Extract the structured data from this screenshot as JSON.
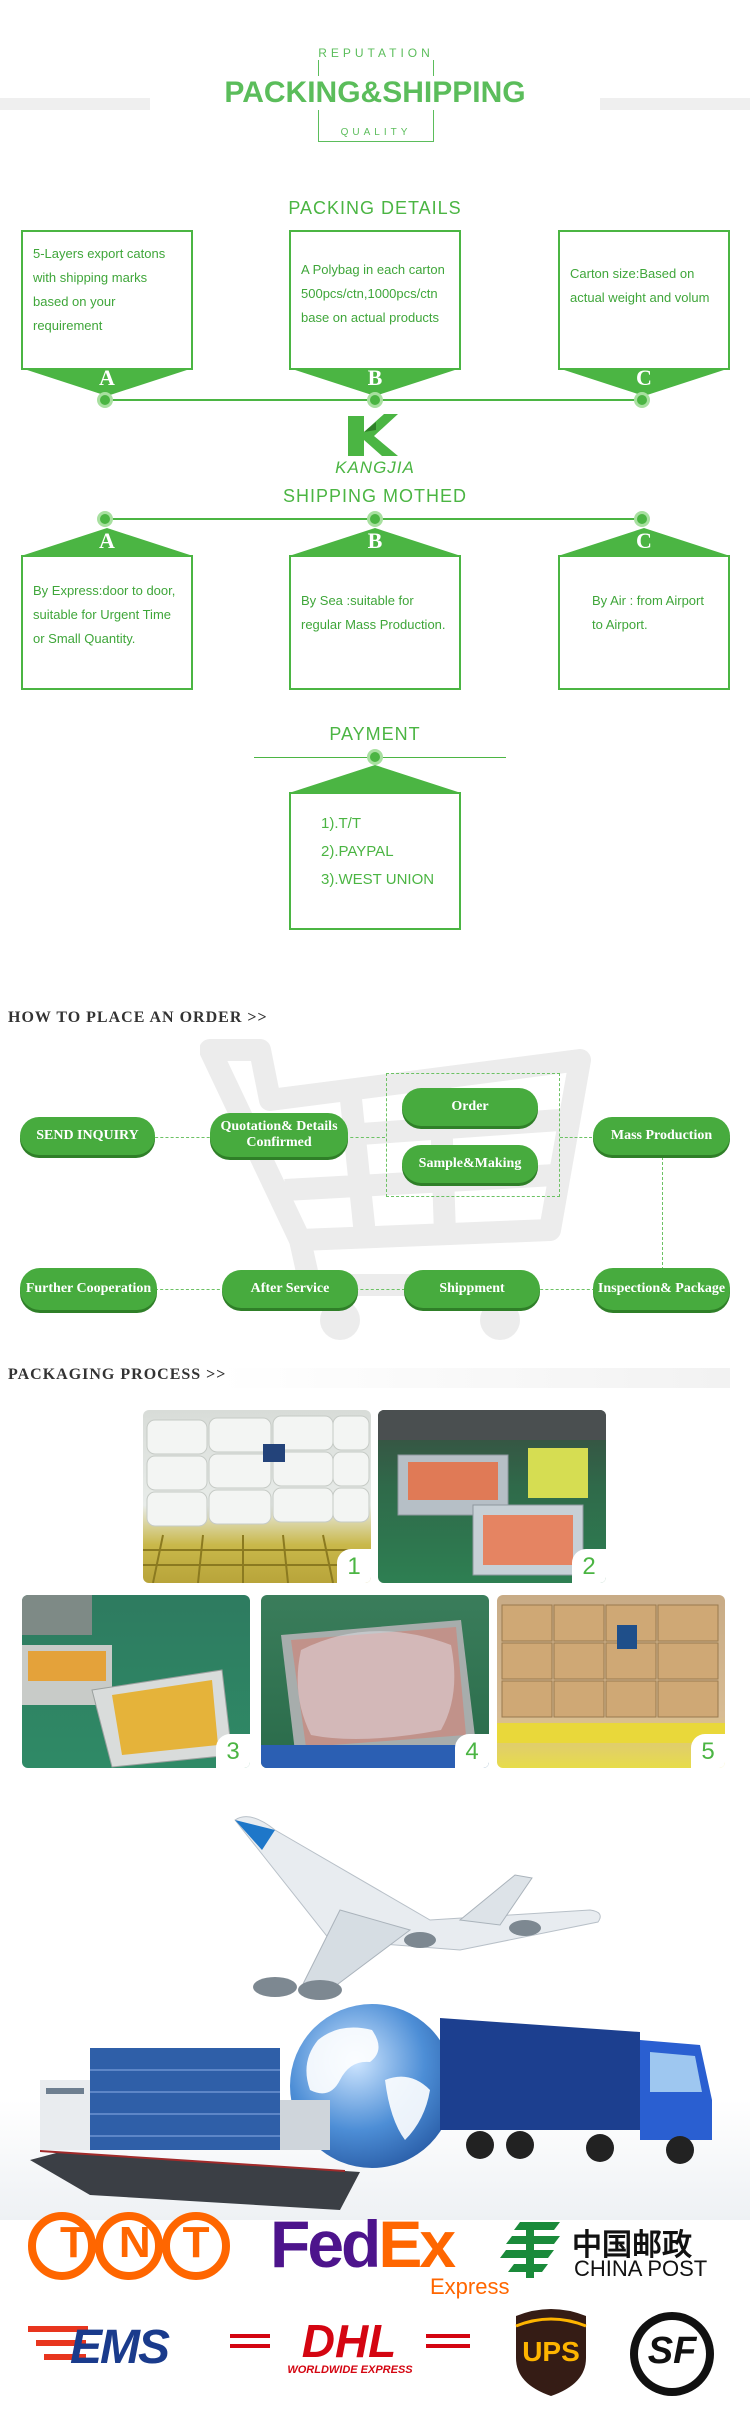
{
  "header": {
    "reputation": "REPUTATION",
    "title": "PACKING&SHIPPING",
    "quality": "QUALITY"
  },
  "packing": {
    "title": "PACKING DETAILS",
    "cards": [
      {
        "letter": "A",
        "text": "5-Layers export catons with shipping marks based on your requirement"
      },
      {
        "letter": "B",
        "text": "A Polybag in each carton 500pcs/ctn,1000pcs/ctn base on actual products"
      },
      {
        "letter": "C",
        "text": "Carton size:Based on actual weight and volum"
      }
    ]
  },
  "brand": {
    "name": "KANGJIA"
  },
  "shipping": {
    "title": "SHIPPING MOTHED",
    "cards": [
      {
        "letter": "A",
        "text": "By Express:door to door, suitable for Urgent Time or Small Quantity."
      },
      {
        "letter": "B",
        "text": "By Sea :suitable for regular Mass Production."
      },
      {
        "letter": "C",
        "text": "By Air : from Airport to Airport."
      }
    ]
  },
  "payment": {
    "title": "PAYMENT",
    "items": [
      "1).T/T",
      "2).PAYPAL",
      "3).WEST UNION"
    ]
  },
  "order": {
    "title": "HOW TO PLACE AN ORDER >>",
    "steps": {
      "send_inquiry": "SEND INQUIRY",
      "quotation": "Quotation& Details Confirmed",
      "order": "Order",
      "sample": "Sample&Making",
      "mass": "Mass Production",
      "inspection": "Inspection& Package",
      "shipment": "Shippment",
      "after": "After Service",
      "further": "Further Cooperation"
    }
  },
  "packaging": {
    "title": "PACKAGING PROCESS >>",
    "photos": [
      "1",
      "2",
      "3",
      "4",
      "5"
    ]
  },
  "carriers": {
    "tnt": "TNT",
    "fedex_fed": "Fed",
    "fedex_ex": "Ex",
    "fedex_express": "Express",
    "china_post_cn": "中国邮政",
    "china_post_en": "CHINA POST",
    "ems": "EMS",
    "dhl": "DHL",
    "dhl_sub": "WORLDWIDE EXPRESS",
    "ups": "UPS",
    "sf": "SF"
  },
  "colors": {
    "accent": "#4bb543",
    "dark_green": "#2f7f28",
    "fedex_purple": "#4d148c",
    "fedex_orange": "#ff6600",
    "dhl_red": "#d40511",
    "tnt_orange": "#ff6600",
    "ups_brown": "#351c15",
    "ups_gold": "#ffb500"
  }
}
